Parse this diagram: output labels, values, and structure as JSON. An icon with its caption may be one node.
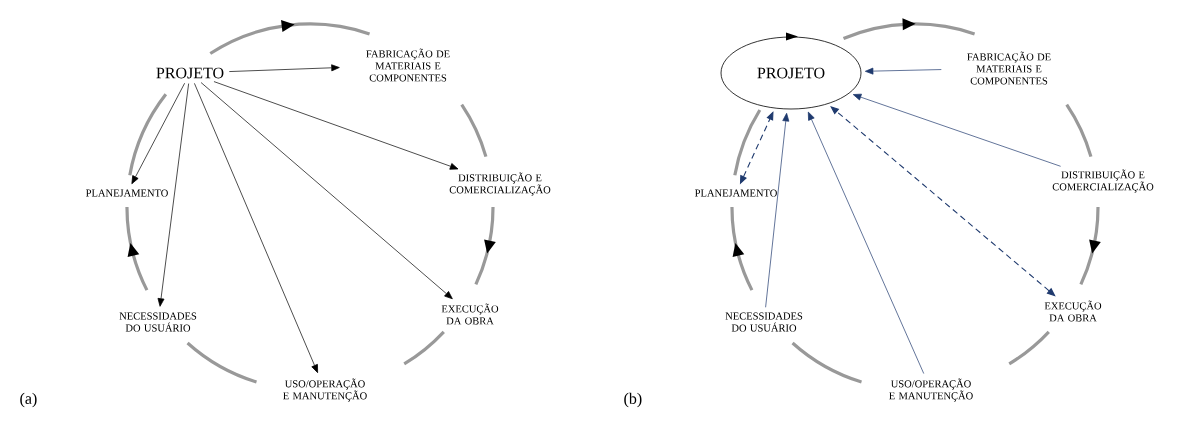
{
  "diagram": {
    "nodes": [
      {
        "text": [
          "PROJETO"
        ]
      },
      {
        "text": [
          "FABRICAÇÃO DE MATERIAIS E COMPONENTES"
        ]
      },
      {
        "text": [
          "DISTRIBUIÇÃO E COMERCIALIZAÇÃO"
        ]
      },
      {
        "text": [
          "EXECUÇÃO DA OBRA"
        ]
      },
      {
        "text": [
          "USO/OPERAÇÃO E MANUTENÇÃO"
        ]
      },
      {
        "text": [
          "NECESSIDADES DO USUÁRIO"
        ]
      },
      {
        "text": [
          "PLANEJAMENTO"
        ]
      },
      {
        "text": [
          "PROJETO"
        ]
      },
      {
        "text": [
          "FABRICAÇÃO DE MATERIAIS E COMPONENTES"
        ]
      },
      {
        "text": [
          "DISTRIBUIÇÃO E COMERCIALIZAÇÃO"
        ]
      },
      {
        "text": [
          "EXECUÇÃO DA OBRA"
        ]
      },
      {
        "text": [
          "USO/OPERAÇÃO E MANUTENÇÃO"
        ]
      },
      {
        "text": [
          "NECESSIDADES DO USUÁRIO"
        ]
      },
      {
        "text": [
          "PLANEJAMENTO"
        ]
      }
    ],
    "edges": [
      {
        "from": 0,
        "to": 1,
        "arrow": "to"
      },
      {
        "from": 1,
        "to": 2,
        "arrow": "none"
      },
      {
        "from": 2,
        "to": 3,
        "arrow": "to"
      },
      {
        "from": 3,
        "to": 4,
        "arrow": "none"
      },
      {
        "from": 4,
        "to": 5,
        "arrow": "none"
      },
      {
        "from": 5,
        "to": 6,
        "arrow": "to"
      },
      {
        "from": 6,
        "to": 0,
        "arrow": "none"
      },
      {
        "from": 0,
        "to": 1,
        "arrow": "to",
        "color": "#000000"
      },
      {
        "from": 0,
        "to": 2,
        "arrow": "to",
        "color": "#000000"
      },
      {
        "from": 0,
        "to": 3,
        "arrow": "to",
        "color": "#000000"
      },
      {
        "from": 0,
        "to": 4,
        "arrow": "to",
        "color": "#000000"
      },
      {
        "from": 0,
        "to": 5,
        "arrow": "to",
        "color": "#000000"
      },
      {
        "from": 0,
        "to": 6,
        "arrow": "to",
        "color": "#000000"
      },
      {
        "from": 7,
        "to": 8,
        "arrow": "to"
      },
      {
        "from": 8,
        "to": 9,
        "arrow": "none"
      },
      {
        "from": 9,
        "to": 10,
        "arrow": "to"
      },
      {
        "from": 10,
        "to": 11,
        "arrow": "none"
      },
      {
        "from": 11,
        "to": 12,
        "arrow": "none"
      },
      {
        "from": 12,
        "to": 13,
        "arrow": "to"
      },
      {
        "from": 13,
        "to": 7,
        "arrow": "none"
      },
      {
        "from": 8,
        "to": 7,
        "arrow": "to",
        "color": "#1f3a6e"
      },
      {
        "from": 9,
        "to": 7,
        "arrow": "to",
        "color": "#1f3a6e"
      },
      {
        "from": 10,
        "to": 7,
        "arrow": "both",
        "color": "#1f3a6e",
        "style": "dashed"
      },
      {
        "from": 11,
        "to": 7,
        "arrow": "to",
        "color": "#1f3a6e"
      },
      {
        "from": 12,
        "to": 7,
        "arrow": "to",
        "color": "#1f3a6e"
      },
      {
        "from": 13,
        "to": 7,
        "arrow": "both",
        "color": "#1f3a6e",
        "style": "dashed"
      }
    ],
    "labels": [
      "(a)",
      "(b)"
    ]
  }
}
